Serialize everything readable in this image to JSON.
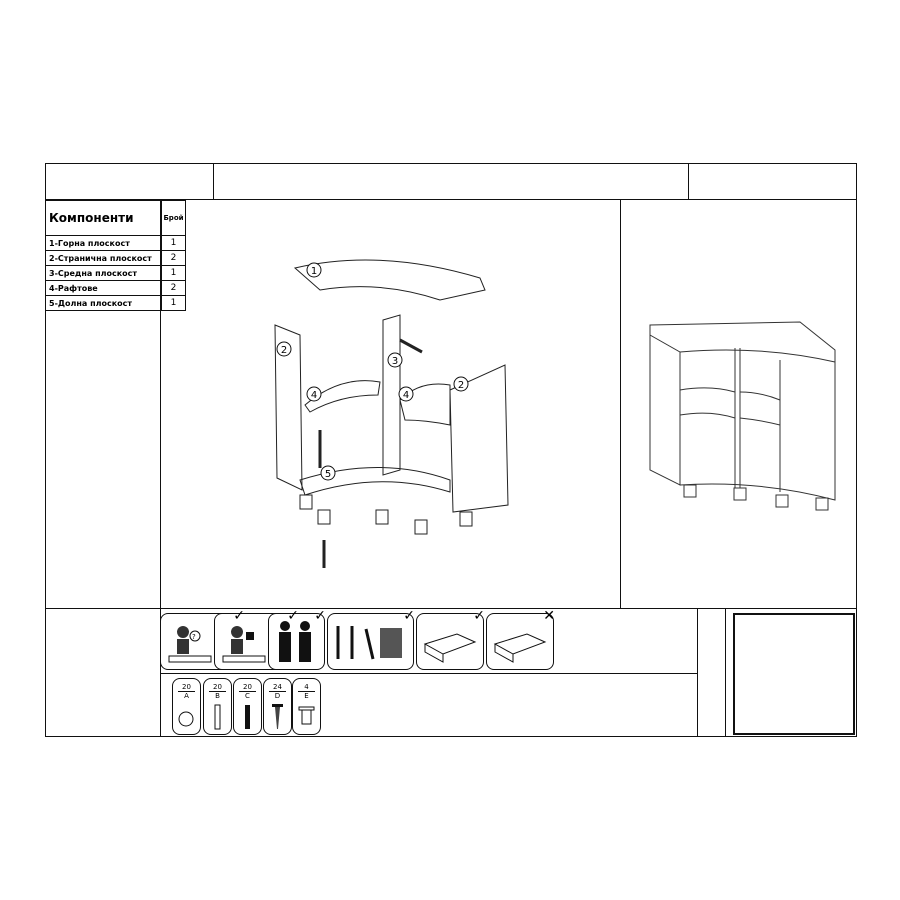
{
  "components": {
    "title": "Компоненти",
    "count_header": "Брой",
    "items": [
      {
        "label": "1-Горна плоскост",
        "count": "1"
      },
      {
        "label": "2-Странична плоскост",
        "count": "2"
      },
      {
        "label": "3-Средна плоскост",
        "count": "1"
      },
      {
        "label": "4-Рафтове",
        "count": "2"
      },
      {
        "label": "5-Долна плоскост",
        "count": "1"
      }
    ]
  },
  "callouts": [
    "1",
    "2",
    "3",
    "4",
    "4",
    "5",
    "2"
  ],
  "assembly_icons": [
    {
      "name": "one-person-with-help",
      "mark": "✓"
    },
    {
      "name": "one-person-manual",
      "mark": "✓"
    },
    {
      "name": "two-persons",
      "mark": "✓"
    },
    {
      "name": "tools",
      "mark": "✓"
    },
    {
      "name": "assemble-on-floor-protected",
      "mark": "✓"
    },
    {
      "name": "assemble-on-bare-floor",
      "mark": "✕"
    }
  ],
  "parts": [
    {
      "qty": "20",
      "letter": "A",
      "icon": "cam-lock"
    },
    {
      "qty": "20",
      "letter": "B",
      "icon": "cam-bolt"
    },
    {
      "qty": "20",
      "letter": "C",
      "icon": "wood-dowel"
    },
    {
      "qty": "24",
      "letter": "D",
      "icon": "screw"
    },
    {
      "qty": "4",
      "letter": "E",
      "icon": "leg"
    }
  ]
}
